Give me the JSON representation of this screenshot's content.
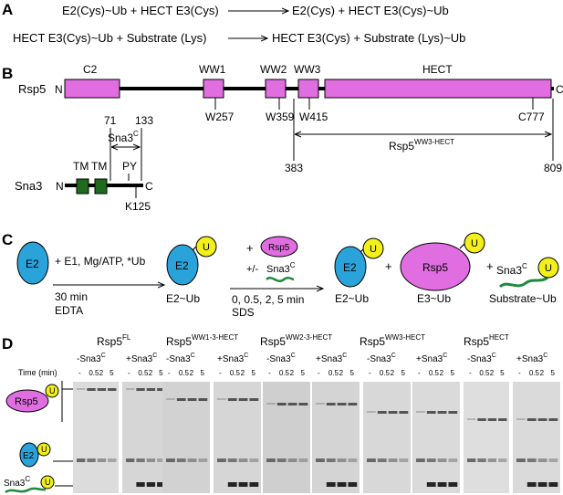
{
  "panels": {
    "a": "A",
    "b": "B",
    "c": "C",
    "d": "D"
  },
  "panel_a": {
    "row1_left": "E2(Cys)~Ub + HECT E3(Cys)",
    "row1_right": "E2(Cys) + HECT E3(Cys)~Ub",
    "row2_left": "HECT E3(Cys)~Ub + Substrate (Lys)",
    "row2_right": "HECT E3(Cys) + Substrate (Lys)~Ub"
  },
  "panel_b": {
    "rsp5_label": "Rsp5",
    "n": "N",
    "c": "C",
    "domains": [
      "C2",
      "WW1",
      "WW2",
      "WW3",
      "HECT"
    ],
    "residues": [
      "W257",
      "W359",
      "W415",
      "C777"
    ],
    "range_start": "383",
    "range_end": "809",
    "construct_main": "Rsp5",
    "construct_sup": "WW3-HECT",
    "sna3_label": "Sna3",
    "sna3_start": "71",
    "sna3_end": "133",
    "sna3c_main": "Sna3",
    "sna3c_sup": "C",
    "tm1": "TM",
    "tm2": "TM",
    "py": "PY",
    "k125": "K125",
    "tm_color": "#1e6b1e",
    "domain_color": "#e06ee0"
  },
  "panel_c": {
    "e2": "E2",
    "u": "U",
    "rsp5": "Rsp5",
    "reagents": "+ E1, Mg/ATP, *Ub",
    "time1": "30 min",
    "edta": "EDTA",
    "e2ub": "E2~Ub",
    "plus": "+",
    "plusminus": "+/-",
    "sna3c_main": "Sna3",
    "sna3c_sup": "C",
    "times": "0, 0.5, 2, 5 min",
    "sds": "SDS",
    "e3ub": "E3~Ub",
    "substrate_ub": "Substrate~Ub",
    "e2_color": "#2aa3db",
    "u_color": "#f2ef1a",
    "rsp5_color": "#e06ee0",
    "substrate_color": "#1f8a3c"
  },
  "panel_d": {
    "time_label": "Time (min)",
    "time_values": [
      "-",
      "0.5",
      "2",
      "5"
    ],
    "minus_sna3c": "-Sna3",
    "plus_sna3c": "+Sna3",
    "sup_c": "C",
    "constructs": [
      {
        "main": "Rsp5",
        "sup": "FL"
      },
      {
        "main": "Rsp5",
        "sup": "WW1-3-HECT"
      },
      {
        "main": "Rsp5",
        "sup": "WW2-3-HECT"
      },
      {
        "main": "Rsp5",
        "sup": "WW3-HECT"
      },
      {
        "main": "Rsp5",
        "sup": "HECT"
      }
    ],
    "legend_rsp5": "Rsp5",
    "legend_e2": "E2",
    "legend_u": "U",
    "legend_sna3c_main": "Sna3",
    "legend_sna3c_sup": "C"
  }
}
